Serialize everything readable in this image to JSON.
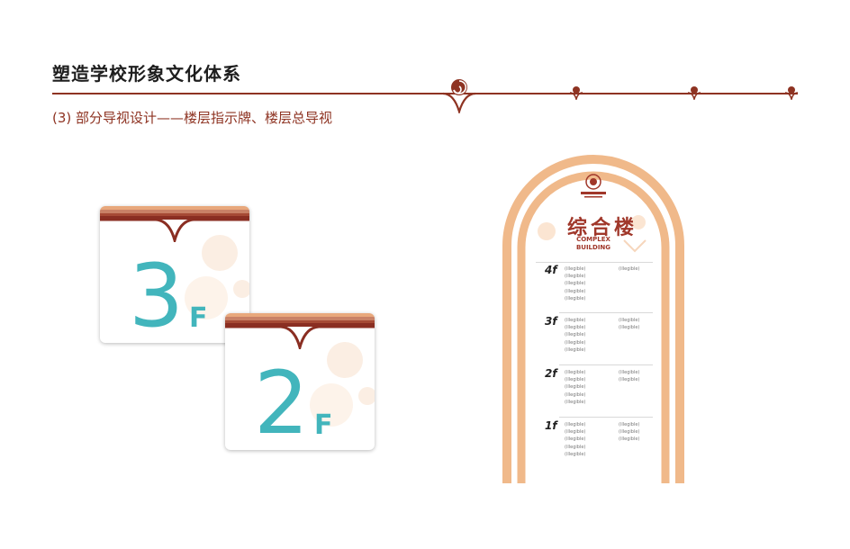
{
  "header": {
    "title": "塑造学校形象文化体系",
    "subtitle": "(3) 部分导视设计——楼层指示牌、楼层总导视"
  },
  "colors": {
    "brand": "#8e3322",
    "accent": "#42b5bc",
    "sign_arch": "#f0b98a"
  },
  "floor_cards": [
    {
      "number": "3",
      "suffix": "F"
    },
    {
      "number": "2",
      "suffix": "F"
    }
  ],
  "directory": {
    "title": "综合楼",
    "subtitle_line1": "COMPLEX",
    "subtitle_line2": "BUILDING",
    "floors": [
      {
        "label": "4f",
        "left": [
          "(illegible)",
          "(illegible)",
          "(illegible)",
          "(illegible)",
          "(illegible)"
        ],
        "right": [
          "(illegible)"
        ]
      },
      {
        "label": "3f",
        "left": [
          "(illegible)",
          "(illegible)",
          "(illegible)",
          "(illegible)",
          "(illegible)"
        ],
        "right": [
          "(illegible)",
          "(illegible)"
        ]
      },
      {
        "label": "2f",
        "left": [
          "(illegible)",
          "(illegible)",
          "(illegible)",
          "(illegible)",
          "(illegible)"
        ],
        "right": [
          "(illegible)",
          "(illegible)"
        ]
      },
      {
        "label": "1f",
        "left": [
          "(illegible)",
          "(illegible)",
          "(illegible)",
          "(illegible)",
          "(illegible)"
        ],
        "right": [
          "(illegible)",
          "(illegible)",
          "(illegible)"
        ]
      }
    ]
  }
}
